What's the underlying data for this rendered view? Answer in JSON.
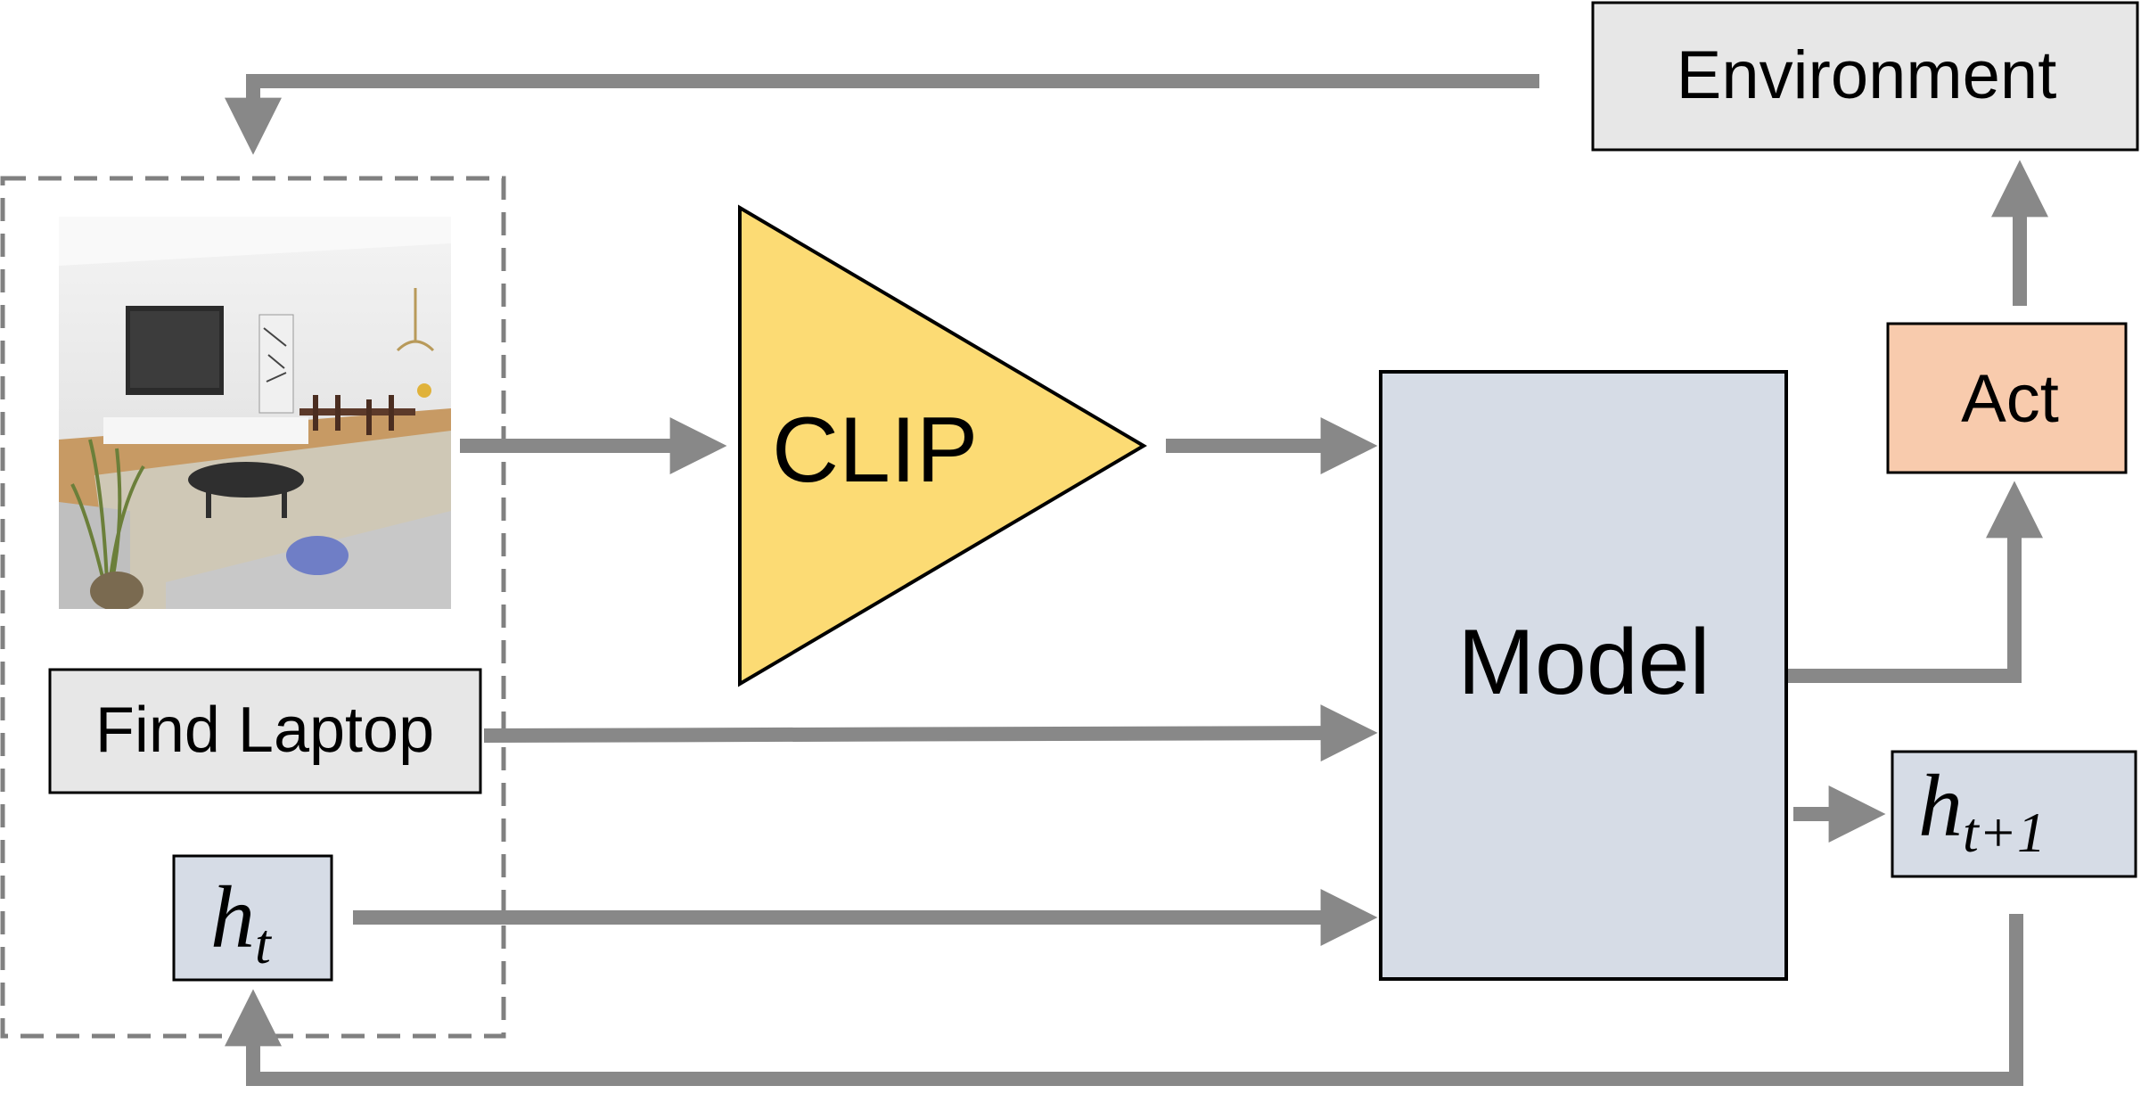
{
  "diagram": {
    "environment_label": "Environment",
    "clip_label": "CLIP",
    "model_label": "Model",
    "act_label": "Act",
    "instruction_label": "Find Laptop",
    "hidden_in": {
      "base": "h",
      "sub": "t"
    },
    "hidden_out": {
      "base": "h",
      "sub": "t+1"
    },
    "observation_image": "rendered-living-room-scene"
  },
  "colors": {
    "arrow": "#888888",
    "clip_fill": "#fcdb74",
    "model_fill": "#d6dce6",
    "hidden_fill": "#d6dce6",
    "act_fill": "#f8cbad",
    "gray_box_fill": "#e7e7e7",
    "stroke": "#000000"
  }
}
